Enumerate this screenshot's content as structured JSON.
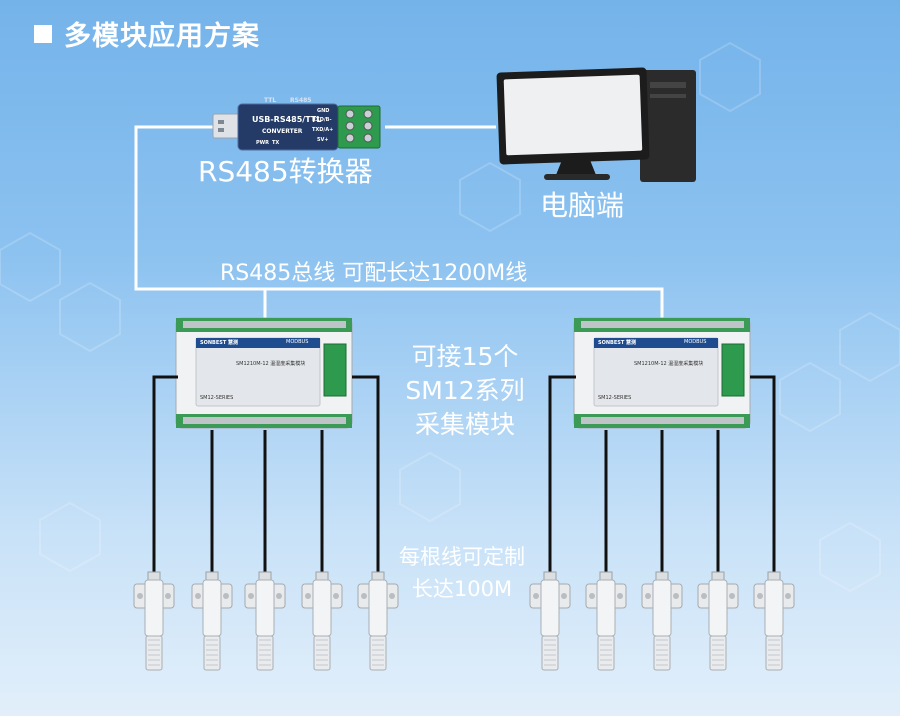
{
  "title": "多模块应用方案",
  "converter": {
    "label": "RS485转换器",
    "device_title": "USB-RS485/TTL",
    "device_subtitle": "CONVERTER",
    "pins": [
      "GND",
      "RXD/B-",
      "TXD/A+",
      "5V+"
    ],
    "top_marks": [
      "TTL",
      "RS485"
    ],
    "leds": [
      "PWR",
      "TX"
    ]
  },
  "pc": {
    "label": "电脑端"
  },
  "bus": {
    "label": "RS485总线 可配长达1200M线"
  },
  "modules": {
    "lines": [
      "可接15个",
      "SM12系列",
      "采集模块"
    ],
    "brand": "SONBEST 慧测",
    "model": "SM1210M-12 温湿度采集模块",
    "protocol": "MODBUS",
    "footer": "SM12-SERIES"
  },
  "cable": {
    "lines": [
      "每根线可定制",
      "长达100M"
    ]
  },
  "colors": {
    "line": "#ffffff",
    "wire": "#111111",
    "bg_top": "#74b3ea",
    "terminal_green": "#2e9a4e"
  }
}
